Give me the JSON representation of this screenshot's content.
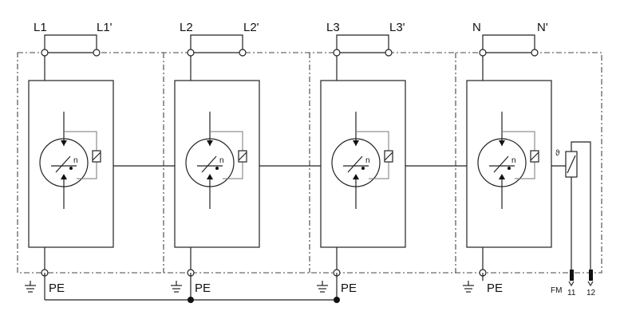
{
  "modules": [
    {
      "in_label": "L1",
      "out_label": "L1'",
      "pe_label": "PE"
    },
    {
      "in_label": "L2",
      "out_label": "L2'",
      "pe_label": "PE"
    },
    {
      "in_label": "L3",
      "out_label": "L3'",
      "pe_label": "PE"
    },
    {
      "in_label": "N",
      "out_label": "N'",
      "pe_label": "PE"
    }
  ],
  "spark_gap_label": "n",
  "thermal_symbol": "ϑ",
  "fm": {
    "label": "FM",
    "terminal_a": "11",
    "terminal_b": "12"
  }
}
